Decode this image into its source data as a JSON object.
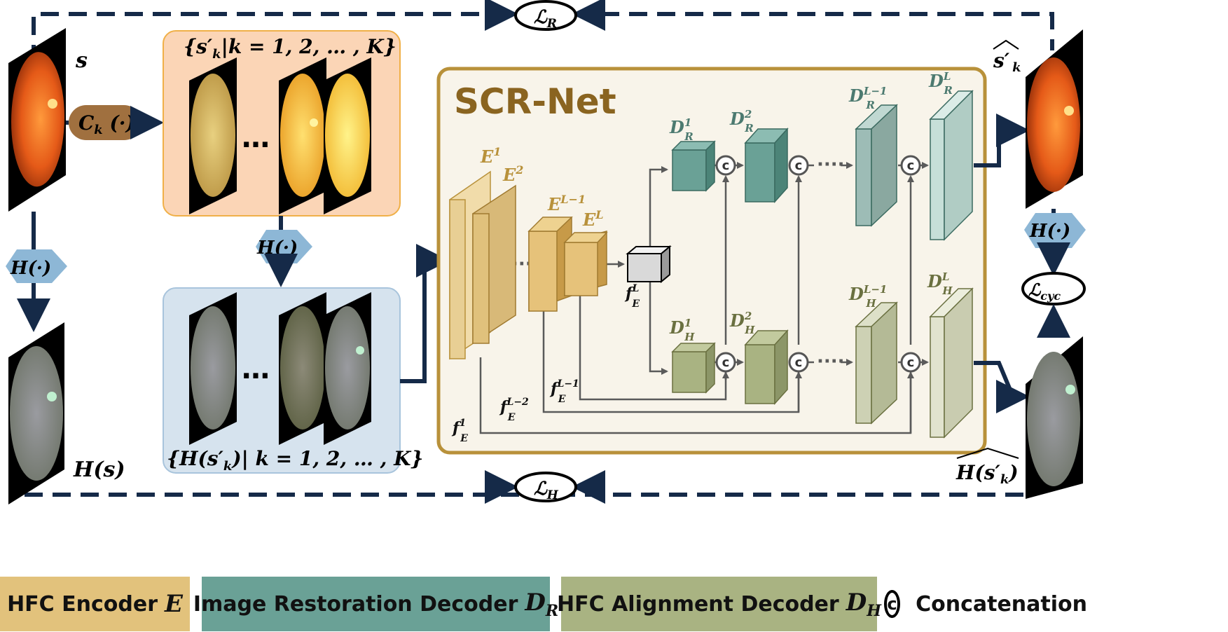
{
  "title": "SCR-Net",
  "labels": {
    "s": "s",
    "c_k": "C",
    "c_k_sub": "k",
    "c_k_arg": " (·)",
    "set_s": "{s′",
    "set_s_sub": "k",
    "set_s_rest": "|k = 1, 2, … , K}",
    "set_h": "{H(s′",
    "set_h_sub": "k",
    "set_h_rest": ")| k = 1, 2, … , K}",
    "h_op": "H(·)",
    "hs": "H(s)",
    "s_hat": "s′",
    "s_hat_sub": "k",
    "h_hat": "H(s′",
    "h_hat_sub": "k",
    "h_hat_close": ")",
    "loss_r": "ℒ",
    "loss_r_sub": "R",
    "loss_h": "ℒ",
    "loss_h_sub": "H",
    "loss_cyc": "ℒ",
    "loss_cyc_sub": "cyc",
    "dots": "…",
    "e1": "E",
    "e1_sup": "1",
    "e2": "E",
    "e2_sup": "2",
    "el1": "E",
    "el1_sup": "L−1",
    "el": "E",
    "el_sup": "L",
    "fel": "f",
    "fel_sub": "E",
    "fel_sup": "L",
    "fel1": "f",
    "fel1_sub": "E",
    "fel1_sup": "L−1",
    "fel2": "f",
    "fel2_sub": "E",
    "fel2_sup": "L−2",
    "fe1": "f",
    "fe1_sub": "E",
    "fe1_sup": "1",
    "dr1": "D",
    "dr1_sub": "R",
    "dr1_sup": "1",
    "dr2": "D",
    "dr2_sub": "R",
    "dr2_sup": "2",
    "drl1": "D",
    "drl1_sub": "R",
    "drl1_sup": "L−1",
    "drl": "D",
    "drl_sub": "R",
    "drl_sup": "L",
    "dh1": "D",
    "dh1_sub": "H",
    "dh1_sup": "1",
    "dh2": "D",
    "dh2_sub": "H",
    "dh2_sup": "2",
    "dhl1": "D",
    "dhl1_sub": "H",
    "dhl1_sup": "L−1",
    "dhl": "D",
    "dhl_sub": "H",
    "dhl_sup": "L",
    "concat_symbol": "c"
  },
  "legend": {
    "encoder": "HFC Encoder",
    "encoder_math": "E",
    "restoration": "Image Restoration Decoder",
    "restoration_math": "D",
    "restoration_sub": "R",
    "alignment": "HFC Alignment Decoder",
    "alignment_math": "D",
    "alignment_sub": "H",
    "concat": "Concatenation",
    "concat_symbol": "c"
  },
  "colors": {
    "navy": "#152a48",
    "encoder": "#e2c27c",
    "restoration": "#6aa196",
    "alignment": "#a9b382",
    "scr_border": "#b8913a",
    "scr_fill": "#f8f4ea",
    "orange_panel": "#fbd5b6",
    "blue_panel": "#d6e3ee",
    "hex": "#8db7d6",
    "ck": "#a0703f"
  }
}
